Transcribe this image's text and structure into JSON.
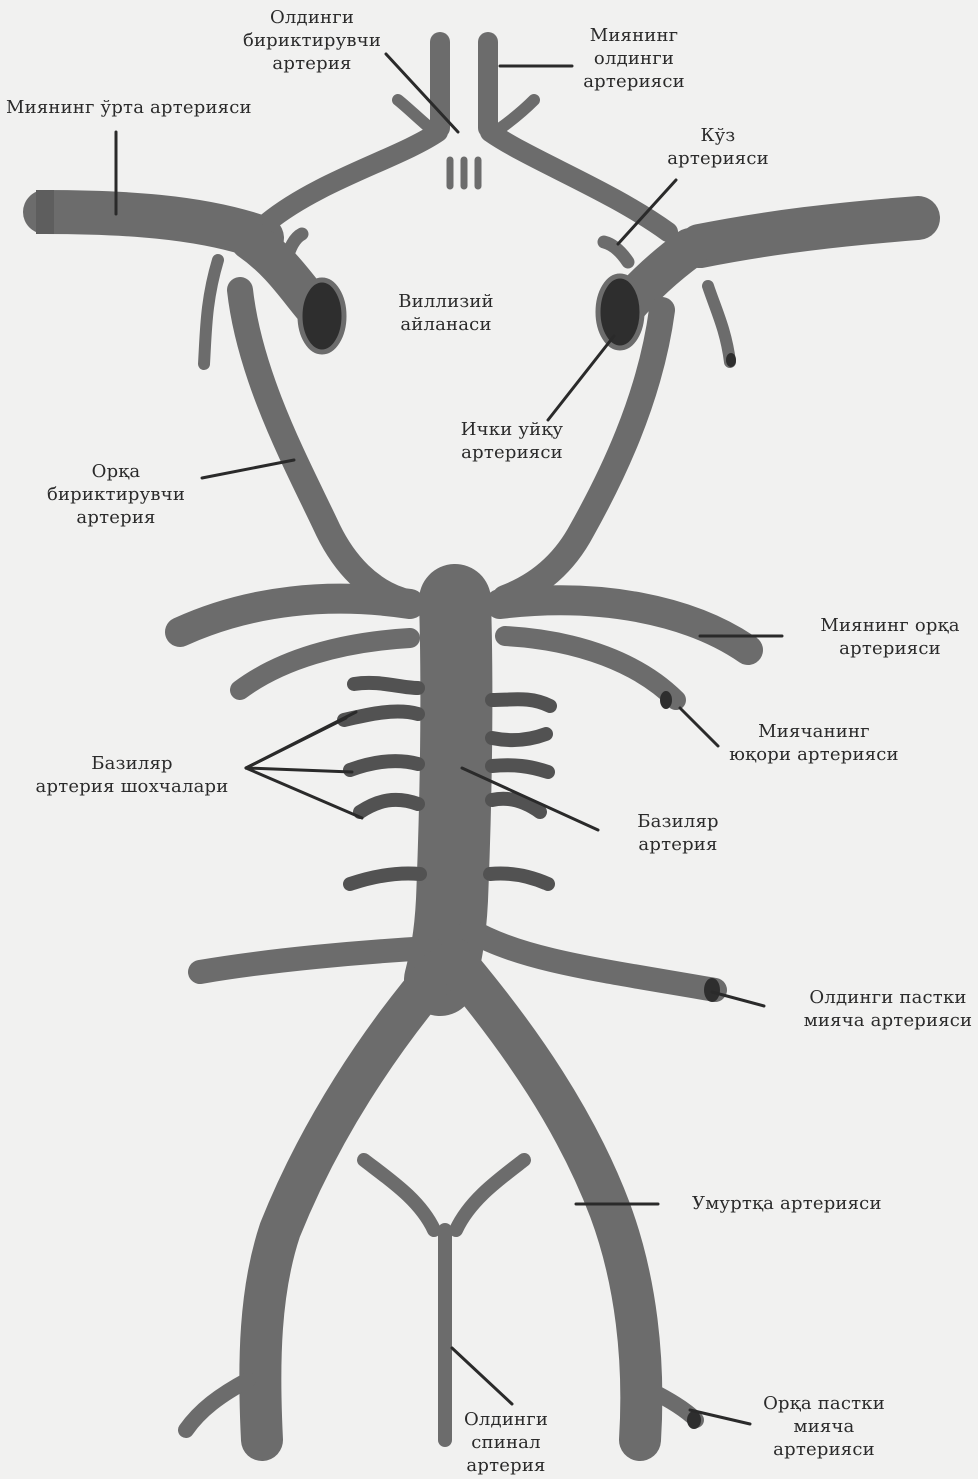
{
  "labels": {
    "anterior_communicating": "Олдинги\nбириктирувчи\nартерия",
    "anterior_cerebral": "Миянинг\nолдинги\nартерияси",
    "middle_cerebral": "Миянинг ўрта артерияси",
    "ophthalmic": "Кўз\nартерияси",
    "circle_of_willis": "Виллизий\nайланаси",
    "internal_carotid": "Ички уйқу\nартерияси",
    "posterior_communicating": "Орқа\nбириктирувчи\nартерия",
    "posterior_cerebral": "Миянинг орқа\nартерияси",
    "superior_cerebellar": "Миячанинг\nюқори артерияси",
    "basilar_branches": "Базиляр\nартерия шохчалари",
    "basilar": "Базиляр\nартерия",
    "anterior_inferior_cerebellar": "Олдинги пастки\nмияча артерияси",
    "vertebral": "Умуртқа артерияси",
    "posterior_inferior_cerebellar": "Орқа пастки\nмияча\nартерияси",
    "anterior_spinal": "Олдинги\nспинал\nартерия"
  },
  "colors": {
    "vessel": "#6c6c6c",
    "vessel_dark": "#2e2e2e",
    "leader": "#2a2a2a",
    "background": "#f1f1f0"
  }
}
